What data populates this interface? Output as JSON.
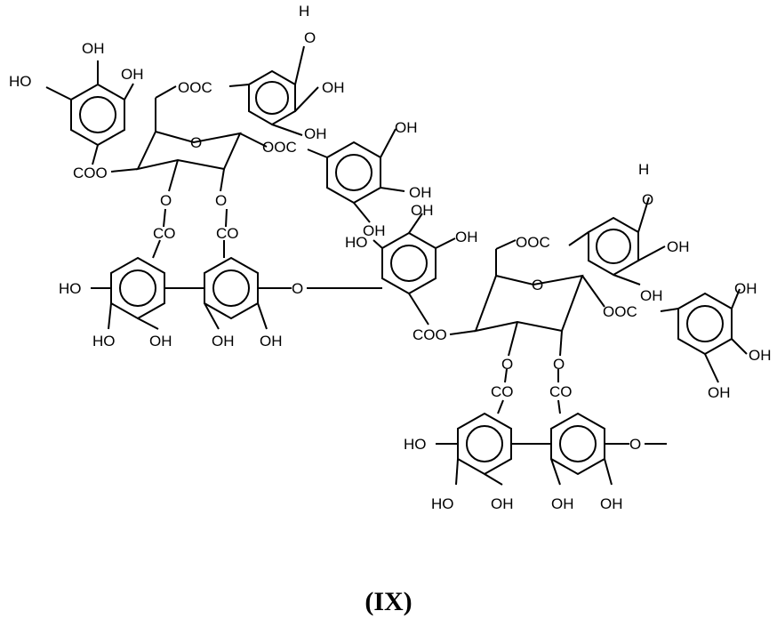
{
  "labels": {
    "oh": "OH",
    "ho": "HO",
    "h": "H",
    "o": "O",
    "ooc": "OOC",
    "coo": "COO",
    "co": "CO"
  },
  "caption": "(IX)"
}
